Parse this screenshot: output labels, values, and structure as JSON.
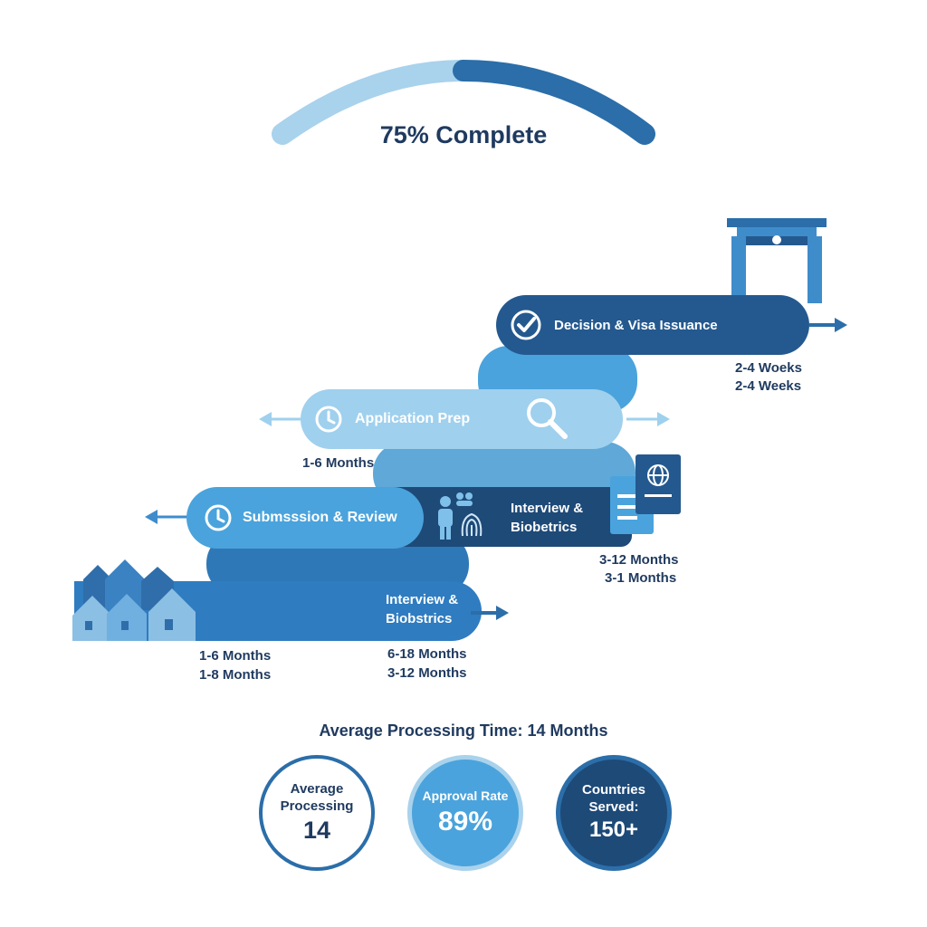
{
  "progress": {
    "label": "75% Complete",
    "percent": 75
  },
  "steps": {
    "decision": {
      "label": "Decision & Visa Issuance",
      "dur1": "2-4 Woeks",
      "dur2": "2-4 Weeks"
    },
    "app_prep": {
      "label": "Application Prep",
      "dur1": "1-6 Months"
    },
    "submission": {
      "label": "Submsssion & Review"
    },
    "interview_top": {
      "label1": "Interview &",
      "label2": "Biobetrics",
      "dur1": "3-12 Months",
      "dur2": "3-1 Months"
    },
    "interview_bottom": {
      "label1": "Interview &",
      "label2": "Biobstrics",
      "dur1": "6-18 Months",
      "dur2": "3-12 Months"
    },
    "base": {
      "dur1": "1-6 Months",
      "dur2": "1-8 Months"
    }
  },
  "summary": {
    "heading": "Average Processing Time: 14 Months",
    "avg": {
      "line1": "Average",
      "line2": "Processing",
      "value": "14"
    },
    "approval": {
      "line1": "Approval Rate",
      "value": "89%"
    },
    "countries": {
      "line1": "Countries",
      "line2": "Served:",
      "value": "150+"
    }
  },
  "colors": {
    "dark": "#24598f",
    "mid": "#3f8ccb",
    "light": "#9fd0ee",
    "navy": "#1e4a78",
    "text": "#1f3a5f"
  },
  "icons": [
    "check-circle-icon",
    "clock-icon",
    "search-icon",
    "people-icon",
    "fingerprint-icon",
    "passport-icon",
    "document-icon",
    "houses-icon",
    "gate-icon",
    "arrow-icon"
  ]
}
